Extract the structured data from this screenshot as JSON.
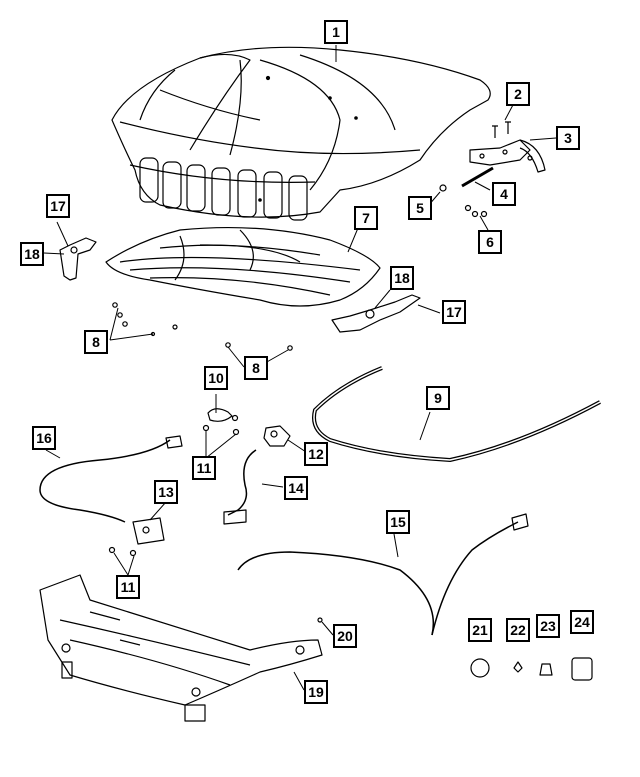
{
  "diagram": {
    "callouts": [
      {
        "id": "c1",
        "label": "1"
      },
      {
        "id": "c2",
        "label": "2"
      },
      {
        "id": "c3",
        "label": "3"
      },
      {
        "id": "c4",
        "label": "4"
      },
      {
        "id": "c5",
        "label": "5"
      },
      {
        "id": "c6",
        "label": "6"
      },
      {
        "id": "c7",
        "label": "7"
      },
      {
        "id": "c8a",
        "label": "8"
      },
      {
        "id": "c8b",
        "label": "8"
      },
      {
        "id": "c9",
        "label": "9"
      },
      {
        "id": "c10",
        "label": "10"
      },
      {
        "id": "c11a",
        "label": "11"
      },
      {
        "id": "c11b",
        "label": "11"
      },
      {
        "id": "c12",
        "label": "12"
      },
      {
        "id": "c13",
        "label": "13"
      },
      {
        "id": "c14",
        "label": "14"
      },
      {
        "id": "c15",
        "label": "15"
      },
      {
        "id": "c16",
        "label": "16"
      },
      {
        "id": "c17a",
        "label": "17"
      },
      {
        "id": "c17b",
        "label": "17"
      },
      {
        "id": "c18a",
        "label": "18"
      },
      {
        "id": "c18b",
        "label": "18"
      },
      {
        "id": "c19",
        "label": "19"
      },
      {
        "id": "c20",
        "label": "20"
      },
      {
        "id": "c21",
        "label": "21"
      },
      {
        "id": "c22",
        "label": "22"
      },
      {
        "id": "c23",
        "label": "23"
      },
      {
        "id": "c24",
        "label": "24"
      }
    ]
  }
}
